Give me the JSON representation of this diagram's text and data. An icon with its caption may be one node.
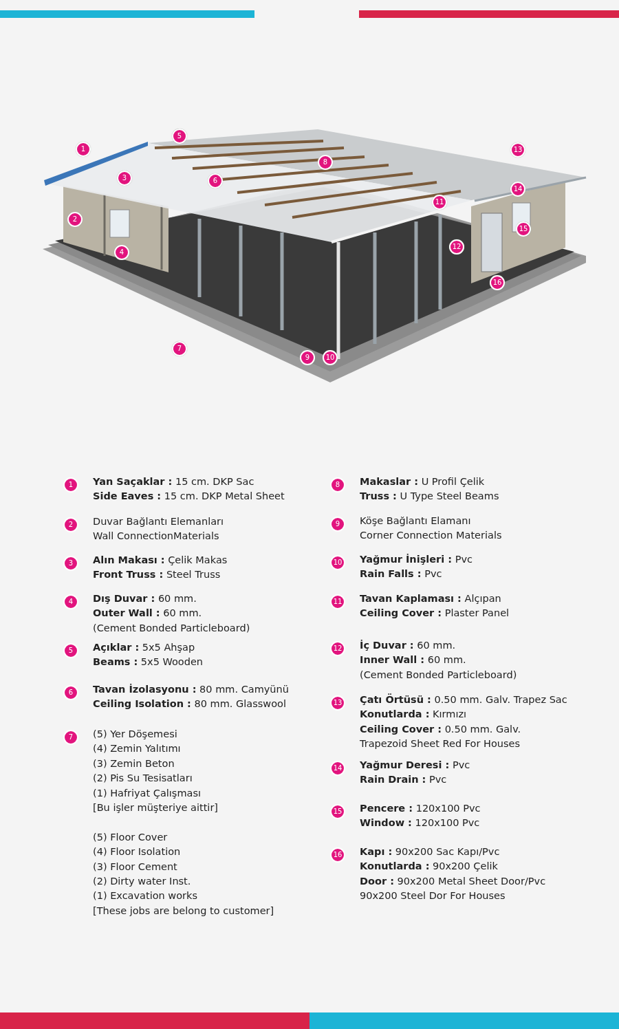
{
  "diagram": {
    "nodes": [
      {
        "text": [
          "5"
        ]
      },
      {
        "text": [
          "1"
        ]
      },
      {
        "text": [
          "13"
        ]
      },
      {
        "text": [
          "8"
        ]
      },
      {
        "text": [
          "3"
        ]
      },
      {
        "text": [
          "6"
        ]
      },
      {
        "text": [
          "14"
        ]
      },
      {
        "text": [
          "11"
        ]
      },
      {
        "text": [
          "2"
        ]
      },
      {
        "text": [
          "15"
        ]
      },
      {
        "text": [
          "12"
        ]
      },
      {
        "text": [
          "4"
        ]
      },
      {
        "text": [
          "16"
        ]
      },
      {
        "text": [
          "7"
        ]
      },
      {
        "text": [
          "9"
        ]
      },
      {
        "text": [
          "10"
        ]
      },
      {
        "text": [
          "1"
        ],
        "beside": [
          "**Yan Saçaklar :** 15 cm. DKP Sac",
          "**Side Eaves :** 15 cm. DKP Metal Sheet"
        ]
      },
      {
        "text": [
          "2"
        ],
        "beside": [
          "Duvar Bağlantı Elemanları",
          "Wall ConnectionMaterials"
        ]
      },
      {
        "text": [
          "3"
        ],
        "beside": [
          "**Alın Makası :** Çelik Makas",
          "**Front Truss :** Steel Truss"
        ]
      },
      {
        "text": [
          "4"
        ],
        "beside": [
          "**Dış Duvar :** 60 mm.",
          "**Outer Wall :** 60 mm.",
          "(Cement Bonded Particleboard)"
        ]
      },
      {
        "text": [
          "5"
        ],
        "beside": [
          "**Açıklar :** 5x5 Ahşap",
          "**Beams :** 5x5 Wooden"
        ]
      },
      {
        "text": [
          "6"
        ],
        "beside": [
          "**Tavan İzolasyonu :** 80 mm. Camyünü",
          "**Ceiling Isolation :** 80 mm. Glasswool"
        ]
      },
      {
        "text": [
          "7"
        ],
        "beside": [
          "(5) Yer Döşemesi",
          "(4) Zemin Yalıtımı",
          "(3) Zemin Beton",
          "(2) Pis Su Tesisatları",
          "(1) Hafriyat Çalışması",
          "[Bu işler müşteriye aittir]",
          "(5) Floor Cover",
          "(4) Floor Isolation",
          "(3) Floor Cement",
          "(2) Dirty water Inst.",
          "(1) Excavation works",
          "[These jobs are belong to customer]"
        ]
      },
      {
        "text": [
          "8"
        ],
        "beside": [
          "**Makaslar :** U Profil Çelik",
          "**Truss :** U Type Steel Beams"
        ]
      },
      {
        "text": [
          "9"
        ],
        "beside": [
          "Köşe Bağlantı Elamanı",
          "Corner Connection Materials"
        ]
      },
      {
        "text": [
          "10"
        ],
        "beside": [
          "**Yağmur İnişleri :** Pvc",
          "**Rain Falls :** Pvc"
        ]
      },
      {
        "text": [
          "11"
        ],
        "beside": [
          "**Tavan Kaplaması :** Alçıpan",
          "**Ceiling Cover :** Plaster Panel"
        ]
      },
      {
        "text": [
          "12"
        ],
        "beside": [
          "**İç Duvar :** 60 mm.",
          "**Inner Wall :** 60 mm.",
          "(Cement Bonded Particleboard)"
        ]
      },
      {
        "text": [
          "13"
        ],
        "beside": [
          "**Çatı Örtüsü :** 0.50 mm. Galv. Trapez Sac",
          "**Konutlarda :** Kırmızı",
          "**Ceiling Cover :** 0.50 mm. Galv. Trapezoid Sheet Red For Houses"
        ]
      },
      {
        "text": [
          "14"
        ],
        "beside": [
          "**Yağmur Deresi :** Pvc",
          "**Rain Drain :** Pvc"
        ]
      },
      {
        "text": [
          "15"
        ],
        "beside": [
          "**Pencere :** 120x100 Pvc",
          "**Window :** 120x100 Pvc"
        ]
      },
      {
        "text": [
          "16"
        ],
        "beside": [
          "**Kapı :** 90x200 Sac Kapı/Pvc",
          "**Konutlarda :** 90x200 Çelik",
          "**Door :** 90x200 Metal Sheet Door/Pvc",
          "90x200 Steel Dor For Houses"
        ]
      }
    ]
  }
}
